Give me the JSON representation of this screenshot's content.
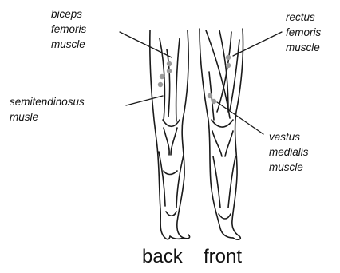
{
  "labels": {
    "biceps": [
      "biceps",
      "femoris",
      "muscle"
    ],
    "semitendinosus": [
      "semitendinosus",
      "musle"
    ],
    "rectus": [
      "rectus",
      "femoris",
      "muscle"
    ],
    "vastus": [
      "vastus",
      "medialis",
      "muscle"
    ]
  },
  "captions": {
    "back": "back",
    "front": "front"
  },
  "colors": {
    "outline": "#1a1a1a",
    "sensor_dot": "#9a9a9a",
    "background": "#ffffff"
  },
  "icons": {
    "sensor": "electrode-dot"
  }
}
